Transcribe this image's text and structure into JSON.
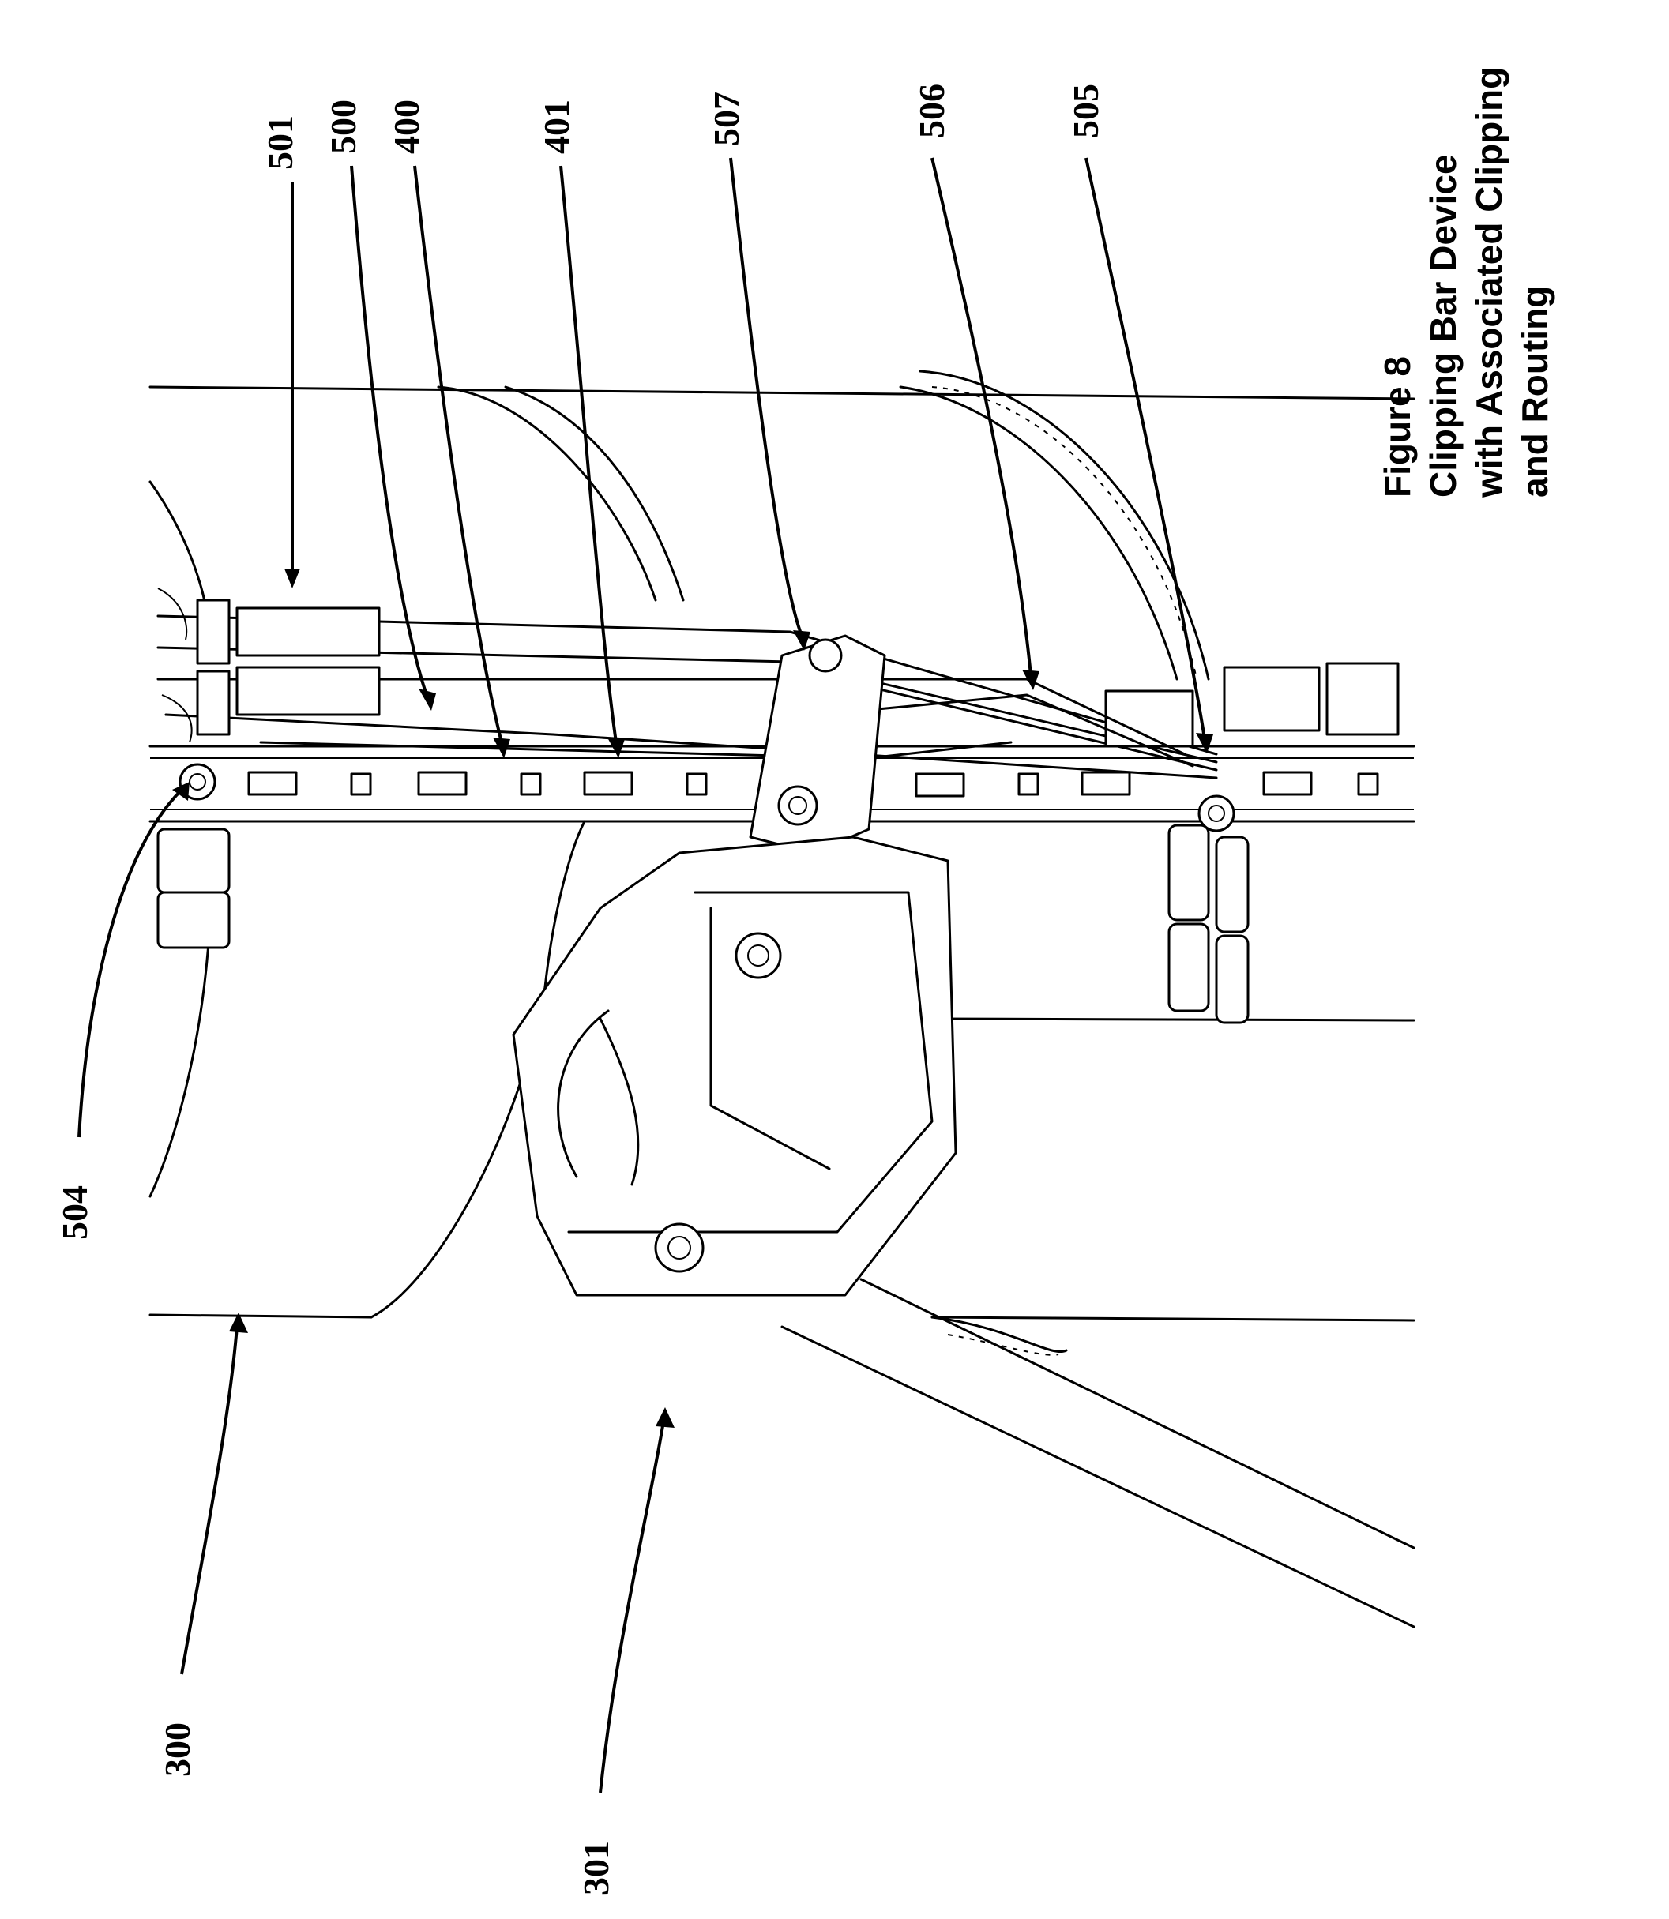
{
  "figure": {
    "caption_lines": [
      "Figure 8",
      "Clipping Bar Device",
      "with Associated Clipping",
      "and Routing"
    ]
  },
  "reference_numerals": {
    "n501": "501",
    "n500": "500",
    "n400": "400",
    "n401": "401",
    "n507": "507",
    "n506": "506",
    "n505": "505",
    "n504": "504",
    "n300": "300",
    "n301": "301"
  },
  "colors": {
    "ink": "#000000",
    "paper": "#ffffff"
  }
}
